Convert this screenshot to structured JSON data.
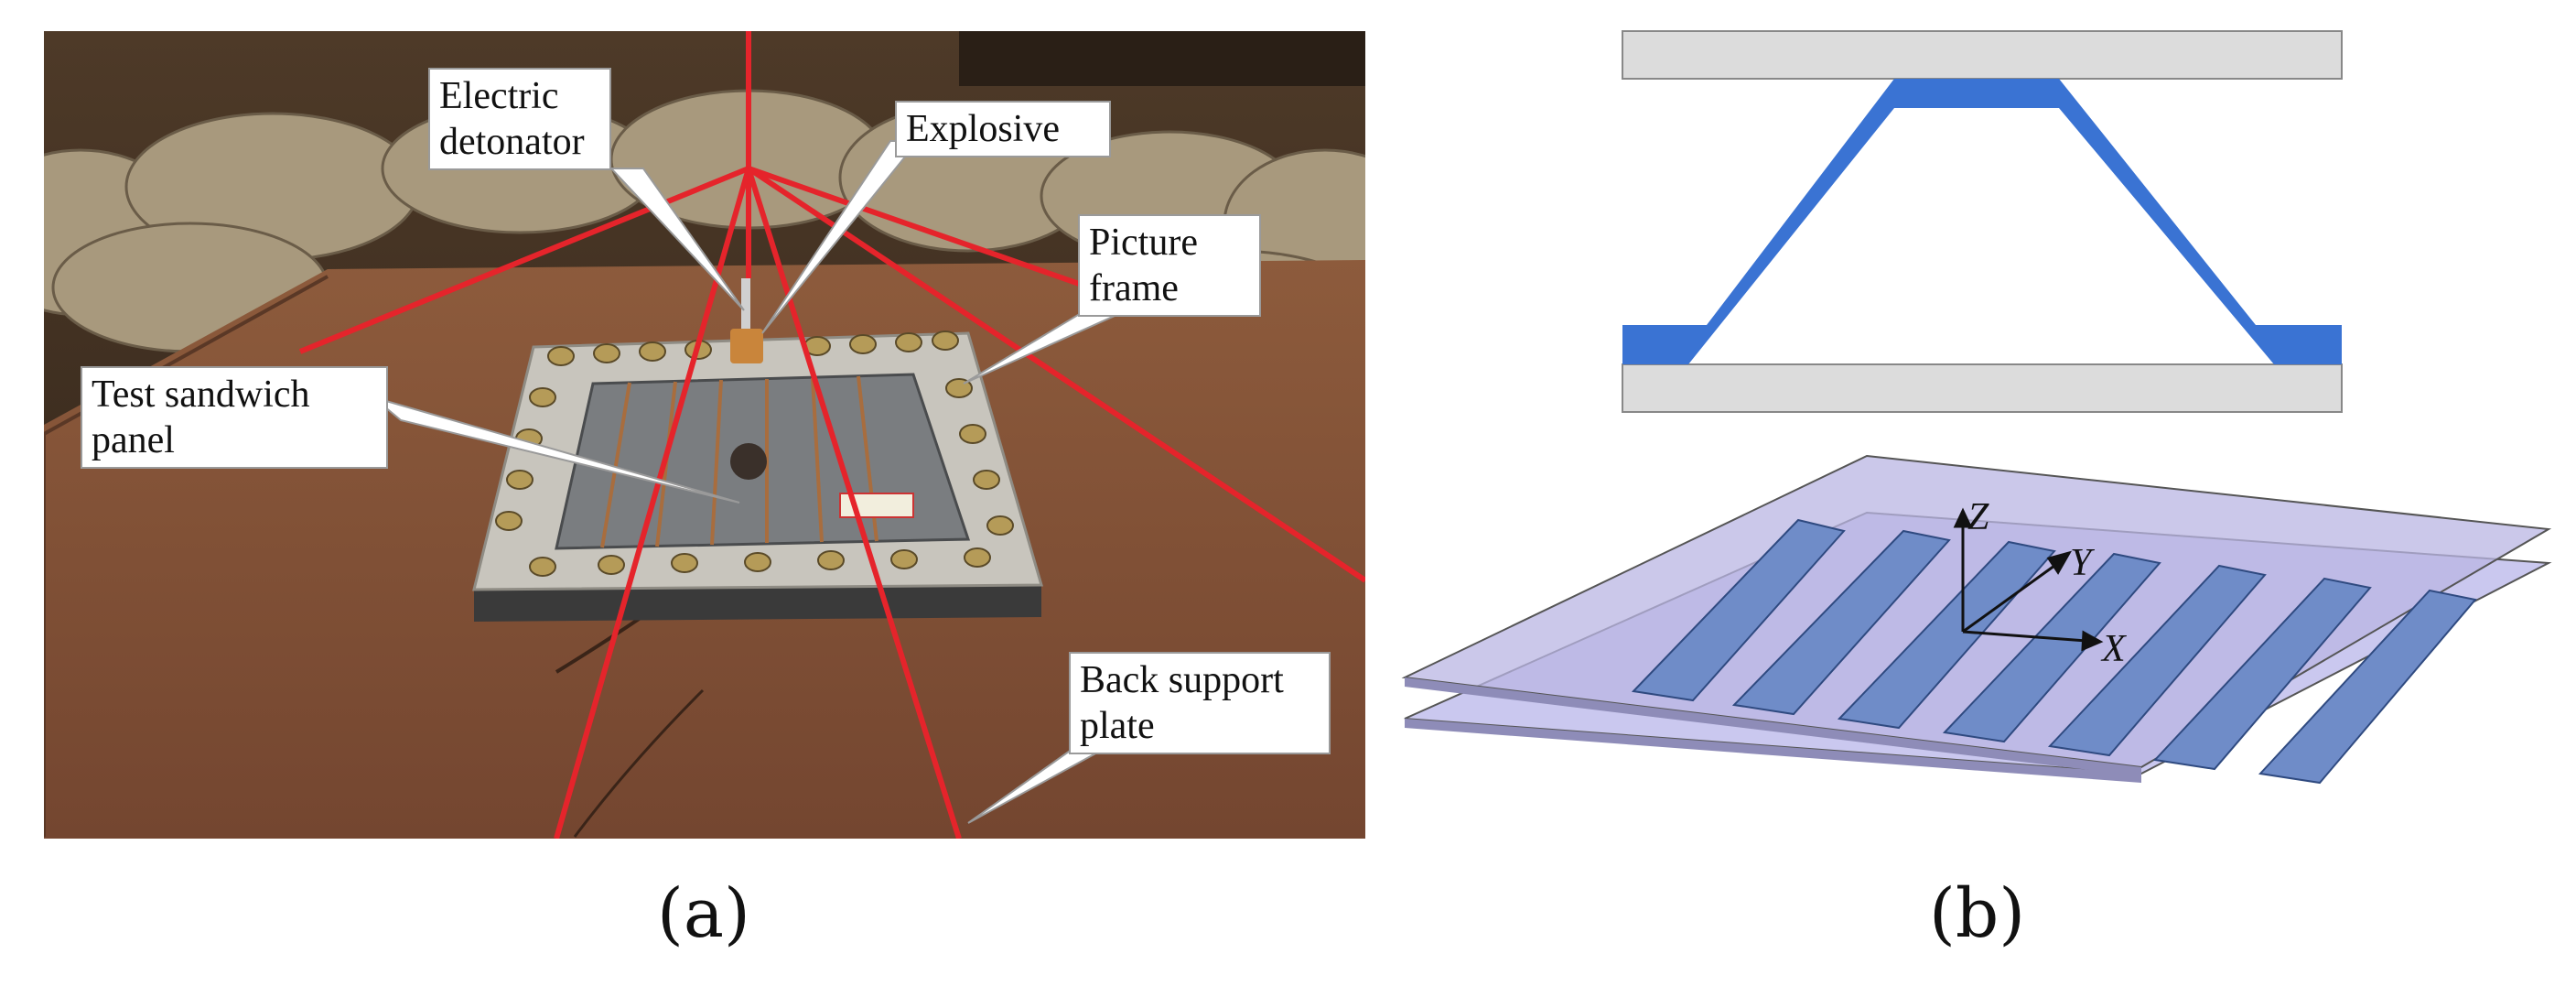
{
  "photo": {
    "labels": {
      "detonator": [
        "Electric",
        "detonator"
      ],
      "explosive": [
        "Explosive"
      ],
      "frame": [
        "Picture",
        "frame"
      ],
      "panel": [
        "Test sandwich",
        "panel"
      ],
      "support": [
        "Back support",
        "plate"
      ]
    },
    "colors": {
      "rope": "#e5242b",
      "plate": "#8a5a3c",
      "frame": "#bdbab2",
      "bolt": "#b59b58"
    }
  },
  "diagram": {
    "axes": {
      "z": "Z",
      "y": "Y",
      "x": "X"
    },
    "colors": {
      "core": "#3a73d3",
      "facesheet": "#dcdcdc",
      "plate3d": "#b9b6e3",
      "corrugation": "#6f8cc8"
    }
  },
  "captions": {
    "a": "(a)",
    "b": "(b)"
  }
}
